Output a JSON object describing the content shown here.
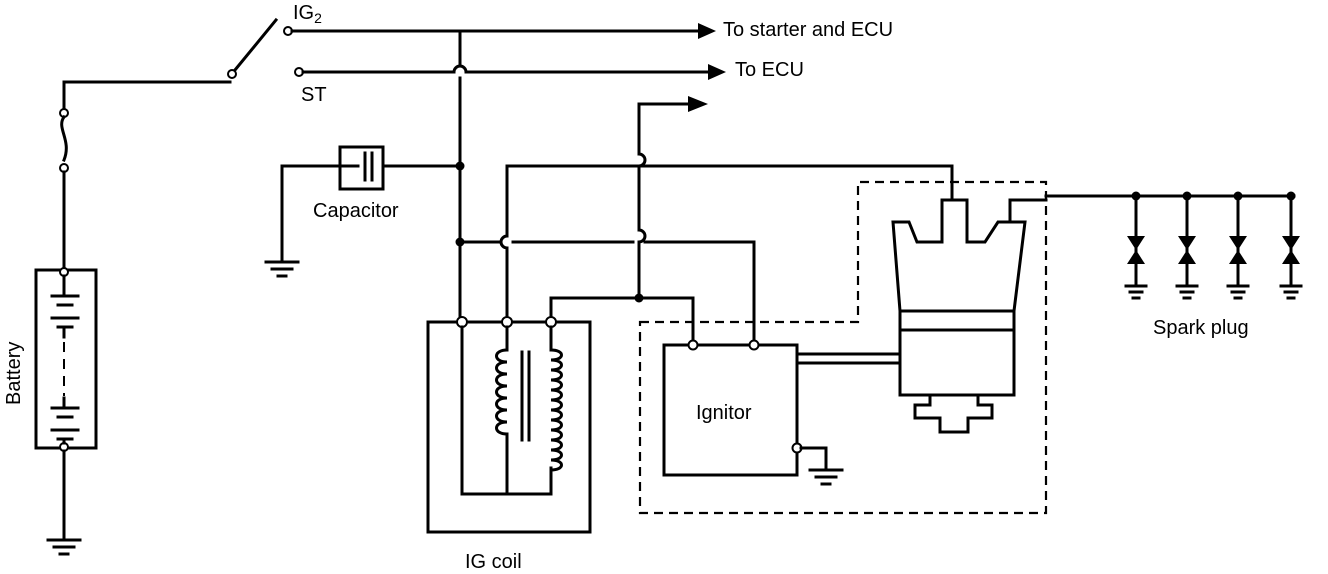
{
  "labels": {
    "ig2_main": "IG",
    "ig2_sub": "2",
    "st": "ST",
    "to_starter": "To starter and ECU",
    "to_ecu": "To ECU",
    "capacitor": "Capacitor",
    "battery": "Battery",
    "ig_coil": "IG coil",
    "ignitor": "Ignitor",
    "spark_plug": "Spark plug"
  },
  "colors": {
    "line": "#000000",
    "background": "#ffffff"
  }
}
